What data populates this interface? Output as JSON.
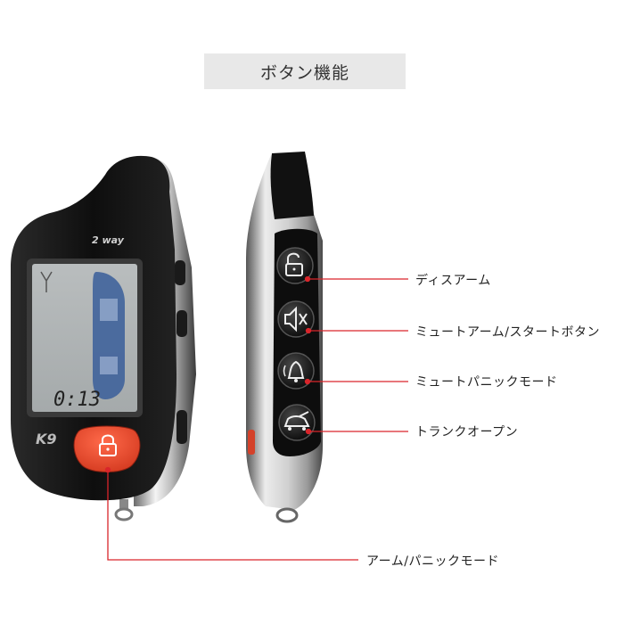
{
  "title": "ボタン機能",
  "brand": {
    "model_text": "2 way",
    "logo_text": "K9",
    "lcd_time": "0:13"
  },
  "colors": {
    "leader_line": "#d9252b",
    "red_button": "#e8472c",
    "title_bg": "#e8e8e8"
  },
  "buttons": [
    {
      "icon": "unlock-icon",
      "label": "ディスアーム"
    },
    {
      "icon": "mute-speaker-icon",
      "label": "ミュートアーム/スタートボタン"
    },
    {
      "icon": "bell-icon",
      "label": "ミュートパニックモード"
    },
    {
      "icon": "car-trunk-icon",
      "label": "トランクオープン"
    },
    {
      "icon": "lock-icon",
      "label": "アーム/パニックモード"
    }
  ]
}
